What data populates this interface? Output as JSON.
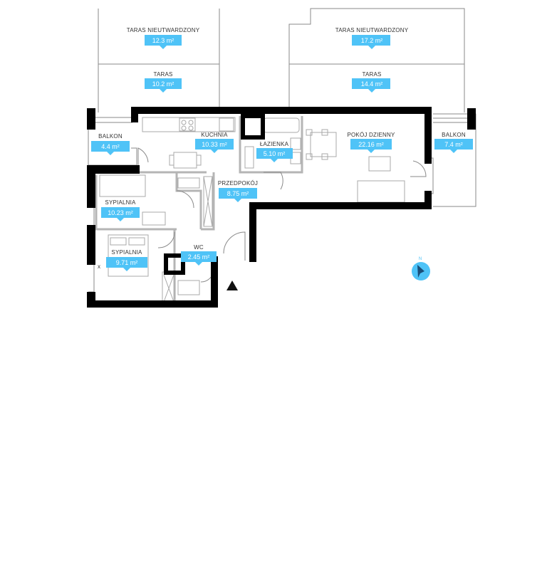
{
  "accent_color": "#4fc3f7",
  "rooms": [
    {
      "id": "taras-n-left",
      "name": "TARAS NIEUTWARDZONY",
      "area": "12.3 m²"
    },
    {
      "id": "taras-n-right",
      "name": "TARAS NIEUTWARDZONY",
      "area": "17.2 m²"
    },
    {
      "id": "taras-left",
      "name": "TARAS",
      "area": "10.2 m²"
    },
    {
      "id": "taras-right",
      "name": "TARAS",
      "area": "14.4 m²"
    },
    {
      "id": "balkon-left",
      "name": "BALKON",
      "area": "4.4 m²"
    },
    {
      "id": "kuchnia",
      "name": "KUCHNIA",
      "area": "10.33 m²"
    },
    {
      "id": "lazienka",
      "name": "ŁAZIENKA",
      "area": "5.10 m²"
    },
    {
      "id": "pokoj-dzienny",
      "name": "POKÓJ DZIENNY",
      "area": "22.16 m²"
    },
    {
      "id": "balkon-right",
      "name": "BALKON",
      "area": "7.4 m²"
    },
    {
      "id": "przedpokoj",
      "name": "PRZEDPOKÓJ",
      "area": "8.75 m²"
    },
    {
      "id": "sypialnia-1",
      "name": "SYPIALNIA",
      "area": "10.23 m²"
    },
    {
      "id": "sypialnia-2",
      "name": "SYPIALNIA",
      "area": "9.71 m²"
    },
    {
      "id": "wc",
      "name": "WC",
      "area": "2.45 m²"
    }
  ],
  "compass": {
    "north_label": "N",
    "icon": "compass-icon"
  },
  "window_mark": "x",
  "entrance": {
    "icon": "entrance-arrow-icon"
  }
}
